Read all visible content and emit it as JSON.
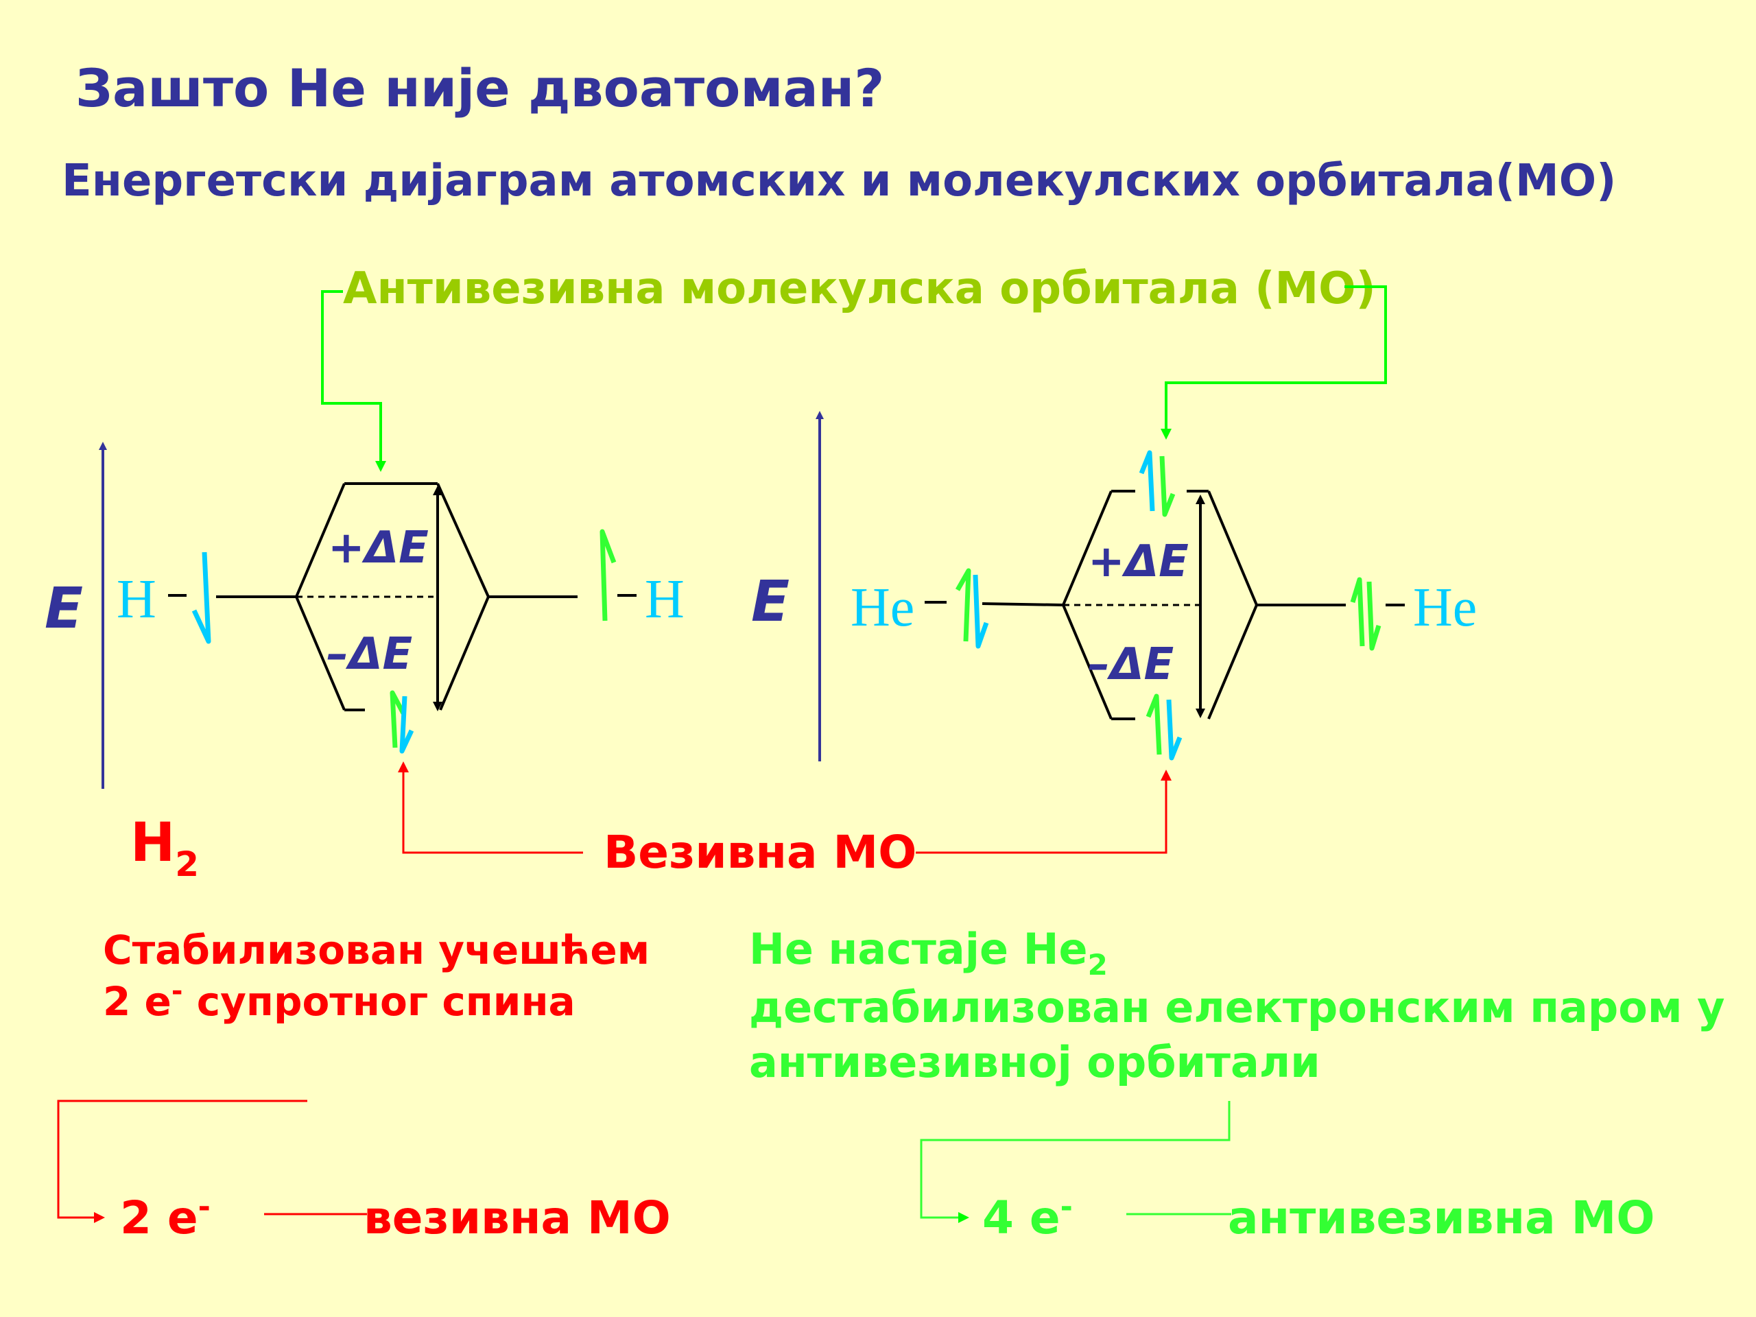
{
  "title": "Зашто He није двоатоман?",
  "subtitle": "Енергетски дијаграм атомских и молекулских орбитала(MO)",
  "antibonding_label": "Антивезивна молекулска орбитала (MO)",
  "bonding_label": "Везивна MO",
  "energy_axis_label": "E",
  "plus_delta_e": "+ΔE",
  "minus_delta_e": "–ΔE",
  "h2": {
    "atom_left": "H",
    "atom_right": "H",
    "molecule_main": "H",
    "molecule_sub": "2",
    "note_line1": "Стабилизован учешћем",
    "note_line2_main": "2 e",
    "note_line2_sup": "-",
    "note_line2_rest": " супротног спина",
    "summary_count_main": "2 e",
    "summary_count_sup": "-",
    "summary_text": "везивна MO"
  },
  "he2": {
    "atom_left": "He",
    "atom_right": "He",
    "note_line1_main": "He настаје He",
    "note_line1_sub": "2",
    "note_line2": "дестабилизован електронским паром у",
    "note_line3": "антивезивној орбитали",
    "summary_count_main": "4 e",
    "summary_count_sup": "-",
    "summary_text": "антивезивна MO"
  },
  "colors": {
    "background": "#ffffc6",
    "title": "#33339a",
    "antibonding_label": "#99cc00",
    "bonding": "#ff0000",
    "green": "#00ff00",
    "electron_cyan": "#00ccff",
    "electron_green": "#33ff33",
    "axis": "#33339a",
    "lines": "#000000",
    "atom_label": "#00ccff"
  },
  "icons": {
    "electron_up": "half-arrow-up-icon",
    "electron_down": "half-arrow-down-icon"
  }
}
